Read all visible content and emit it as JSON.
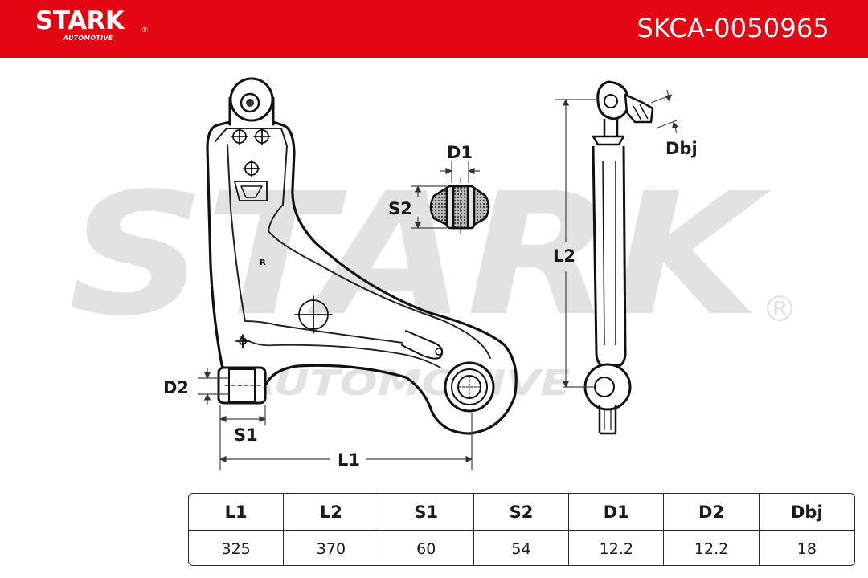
{
  "header": {
    "brand": "STARK",
    "brand_sub": "AUTOMOTIVE",
    "registered": "®",
    "part_number": "SKCA-0050965",
    "color": "#e30613"
  },
  "watermark": {
    "main": "STARK",
    "sub": "AUTOMOTIVE",
    "registered": "®"
  },
  "drawing": {
    "side_mark": "R",
    "labels": {
      "D1": "D1",
      "S2": "S2",
      "D2": "D2",
      "S1": "S1",
      "L1": "L1",
      "L2": "L2",
      "Dbj": "Dbj"
    }
  },
  "spec_table": {
    "headers": [
      "L1",
      "L2",
      "S1",
      "S2",
      "D1",
      "D2",
      "Dbj"
    ],
    "values": [
      "325",
      "370",
      "60",
      "54",
      "12.2",
      "12.2",
      "18"
    ]
  }
}
